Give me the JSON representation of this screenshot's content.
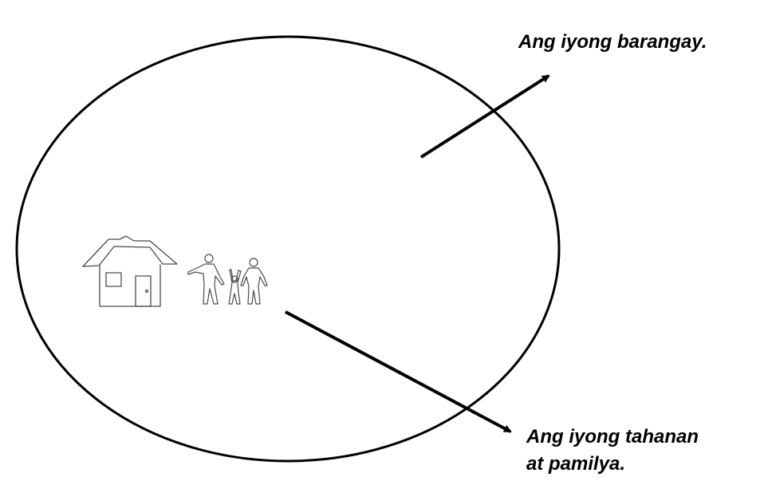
{
  "labels": {
    "barangay": "Ang iyong barangay.",
    "home_line1": "Ang iyong tahanan",
    "home_line2": "at pamilya."
  },
  "colors": {
    "background": "#ffffff",
    "ink": "#000000",
    "sketch": "#4a4a4a"
  },
  "icons": {
    "house": "house-sketch-icon",
    "family": "family-figures-icon"
  }
}
